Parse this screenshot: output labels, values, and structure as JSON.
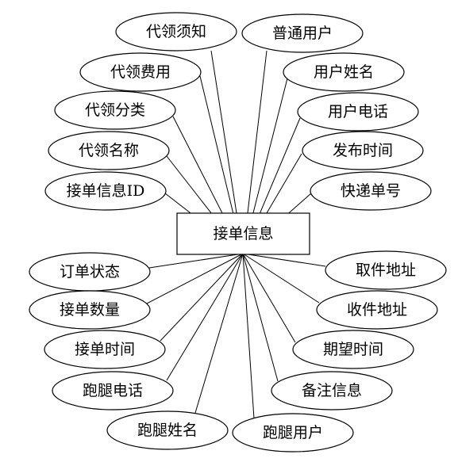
{
  "entity": {
    "label": "接单信息"
  },
  "attributes": [
    {
      "label": "代领须知"
    },
    {
      "label": "普通用户"
    },
    {
      "label": "代领费用"
    },
    {
      "label": "用户姓名"
    },
    {
      "label": "代领分类"
    },
    {
      "label": "用户电话"
    },
    {
      "label": "代领名称"
    },
    {
      "label": "发布时间"
    },
    {
      "label": "接单信息ID"
    },
    {
      "label": "快递单号"
    },
    {
      "label": "订单状态"
    },
    {
      "label": "取件地址"
    },
    {
      "label": "接单数量"
    },
    {
      "label": "收件地址"
    },
    {
      "label": "接单时间"
    },
    {
      "label": "期望时间"
    },
    {
      "label": "跑腿电话"
    },
    {
      "label": "备注信息"
    },
    {
      "label": "跑腿姓名"
    },
    {
      "label": "跑腿用户"
    }
  ]
}
